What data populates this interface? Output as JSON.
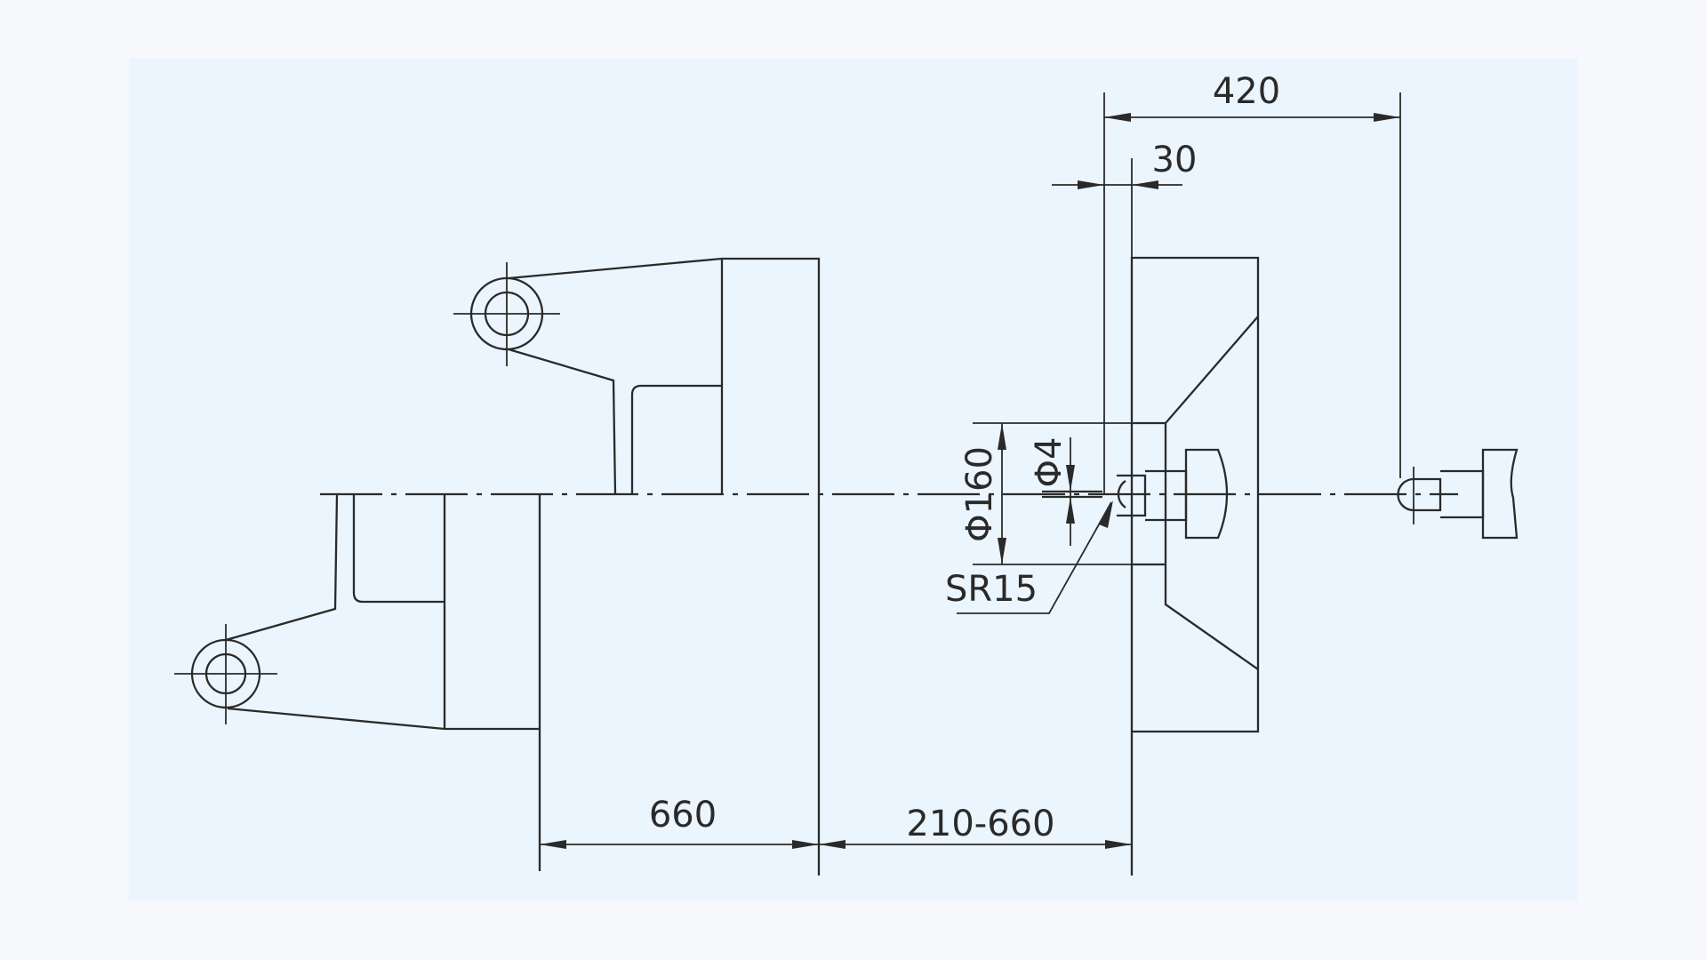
{
  "drawing": {
    "dim_mold_thickness": "660",
    "dim_opening_range": "210-660",
    "dim_ejector_stroke": "420",
    "dim_nozzle_protrusion": "30",
    "dim_locating_ring": "Φ160",
    "dim_nozzle_hole": "Φ4",
    "dim_sphere_radius": "SR15"
  },
  "colors": {
    "background": "#f6f8fb",
    "panel": "#ebf5fd",
    "ink": "#2a2a2a"
  }
}
